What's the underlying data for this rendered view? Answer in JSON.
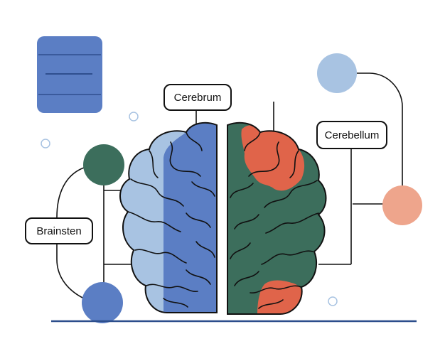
{
  "labels": {
    "cerebrum": "Cerebrum",
    "cerebellum": "Cerebellum",
    "brainstem": "Brainsten"
  },
  "icons": {
    "note_card": "note-card-icon",
    "brain": "brain-icon"
  },
  "colors": {
    "blue": "#5b7ec4",
    "light_blue": "#a8c3e2",
    "green": "#3c6e5c",
    "orange": "#e0644a",
    "peach": "#eea58c",
    "line": "#111111",
    "baseline": "#2c4e8c"
  }
}
